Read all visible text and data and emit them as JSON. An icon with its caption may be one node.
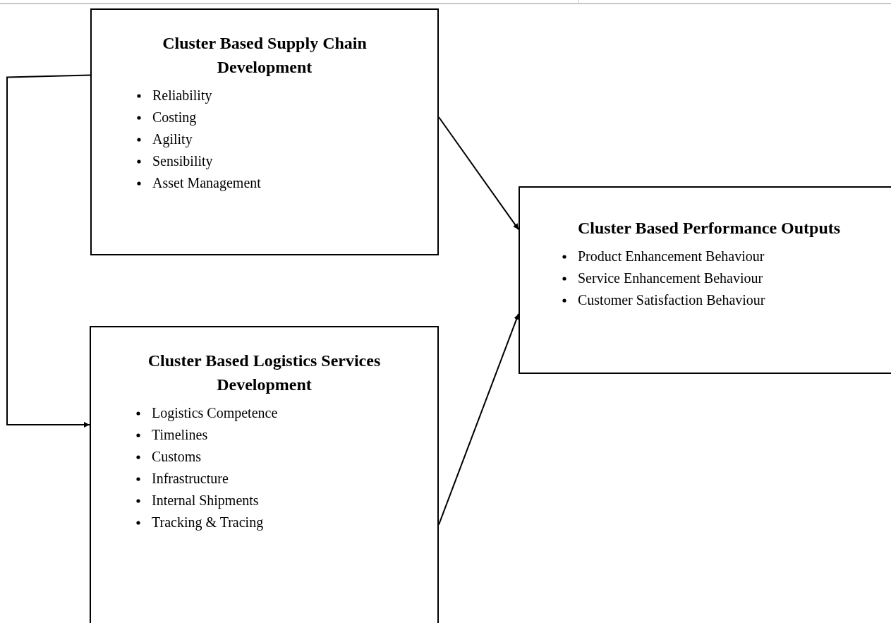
{
  "diagram": {
    "nodes": [
      {
        "text": [
          "Cluster Based Supply Chain Development",
          "Reliability",
          "Costing",
          "Agility",
          "Sensibility",
          "Asset Management"
        ]
      },
      {
        "text": [
          "Cluster Based Logistics Services Development",
          "Logistics Competence",
          "Timelines",
          "Customs",
          "Infrastructure",
          "Internal Shipments",
          "Tracking & Tracing"
        ]
      },
      {
        "text": [
          "Cluster Based Performance Outputs",
          "Product Enhancement Behaviour",
          "Service Enhancement Behaviour",
          "Customer Satisfaction Behaviour"
        ]
      }
    ],
    "edges": [
      {
        "from": 0,
        "to": 2,
        "arrow": "to"
      },
      {
        "from": 1,
        "to": 2,
        "arrow": "to"
      },
      {
        "from": 0,
        "to": 1,
        "arrow": "to"
      }
    ]
  }
}
